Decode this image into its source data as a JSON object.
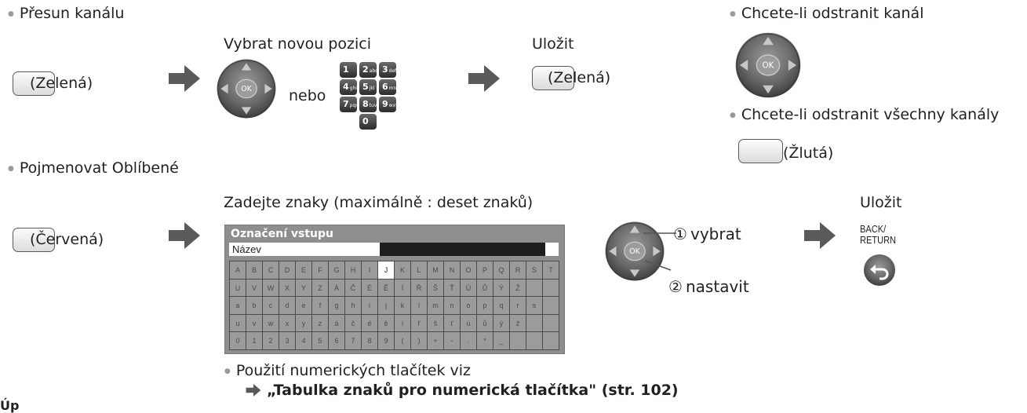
{
  "move": {
    "heading": "Přesun kanálu",
    "green_label": "(Zelená)",
    "select_title": "Vybrat novou pozici",
    "or_label": "nebo",
    "save_title": "Uložit",
    "save_green_label": "(Zelená)",
    "keypad": [
      {
        "num": "1",
        "sub": ""
      },
      {
        "num": "2",
        "sub": "abc"
      },
      {
        "num": "3",
        "sub": "def"
      },
      {
        "num": "4",
        "sub": "ghi"
      },
      {
        "num": "5",
        "sub": "jkl"
      },
      {
        "num": "6",
        "sub": "mno"
      },
      {
        "num": "7",
        "sub": "pqrs"
      },
      {
        "num": "8",
        "sub": "tuv"
      },
      {
        "num": "9",
        "sub": "wxyz"
      },
      {
        "num": "0",
        "sub": ""
      }
    ]
  },
  "remove": {
    "remove_channel": "Chcete-li odstranit kanál",
    "remove_all": "Chcete-li odstranit všechny kanály",
    "yellow_label": "(Žlutá)"
  },
  "rename": {
    "heading": "Pojmenovat Oblíbené",
    "red_label": "(Červená)",
    "input_title": "Zadejte znaky (maximálně : deset znaků)",
    "dialog_title": "Označení vstupu",
    "name_label": "Název",
    "keyboard_rows": [
      [
        "A",
        "B",
        "C",
        "D",
        "E",
        "F",
        "G",
        "H",
        "I",
        "J",
        "K",
        "L",
        "M",
        "N",
        "O",
        "P",
        "Q",
        "R",
        "S",
        "T"
      ],
      [
        "U",
        "V",
        "W",
        "X",
        "Y",
        "Z",
        "Á",
        "Č",
        "É",
        "Ě",
        "Í",
        "Ř",
        "Š",
        "Ť",
        "Ú",
        "Ů",
        "Ý",
        "Ž",
        "",
        ""
      ],
      [
        "a",
        "b",
        "c",
        "d",
        "e",
        "f",
        "g",
        "h",
        "i",
        "j",
        "k",
        "l",
        "m",
        "n",
        "o",
        "p",
        "q",
        "r",
        "s",
        ""
      ],
      [
        "u",
        "v",
        "w",
        "x",
        "y",
        "z",
        "á",
        "č",
        "é",
        "ě",
        "í",
        "ř",
        "š",
        "ť",
        "ú",
        "ů",
        "ý",
        "ž",
        "",
        ""
      ],
      [
        "0",
        "1",
        "2",
        "3",
        "4",
        "5",
        "6",
        "7",
        "8",
        "9",
        "(",
        ")",
        "+",
        "-",
        ".",
        "*",
        "_",
        "",
        "",
        ""
      ]
    ],
    "highlight_key": "J",
    "select_label": "vybrat",
    "set_label": "nastavit",
    "step1": "①",
    "step2": "②",
    "save_title": "Uložit",
    "back_line1": "BACK/",
    "back_line2": "RETURN",
    "note": "Použití numerických tlačítek viz",
    "reference": "„Tabulka znaků pro numerická tlačítka\" (str. 102)"
  },
  "footer": {
    "partial": "Úp   "
  },
  "colors": {
    "arrow": "#5a5a5a",
    "remote": "#555555",
    "dialog_bg": "#8e8e8e",
    "name_field": "#1e1e1e"
  }
}
